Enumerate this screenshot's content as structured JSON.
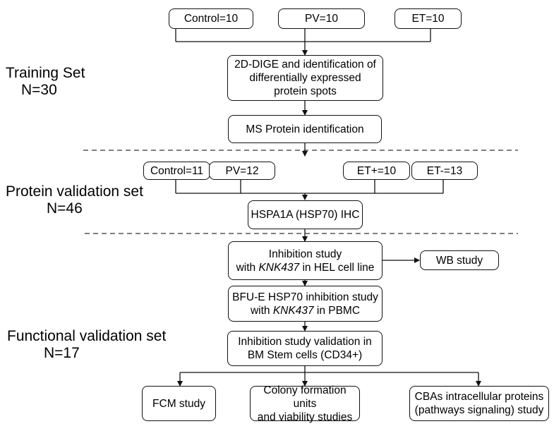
{
  "sections": {
    "training": {
      "title": "Training Set",
      "n": "N=30"
    },
    "protein": {
      "title": "Protein validation set",
      "n": "N=46"
    },
    "functional": {
      "title": "Functional validation set",
      "n": "N=17"
    }
  },
  "boxes": {
    "control10": "Control=10",
    "pv10": "PV=10",
    "et10": "ET=10",
    "dige_l1": "2D-DIGE and identification of",
    "dige_l2": "differentially expressed",
    "dige_l3": "protein spots",
    "ms": "MS Protein identification",
    "control11": "Control=11",
    "pv12": "PV=12",
    "etplus": "ET+=10",
    "etminus": "ET-=13",
    "ihc": "HSPA1A (HSP70) IHC",
    "inh_l1": "Inhibition study",
    "inh_l2_pre": "with ",
    "inh_l2_drug": "KNK437",
    "inh_l2_post": " in HEL cell line",
    "wb": "WB study",
    "bfu_l1": "BFU-E HSP70 inhibition study",
    "bfu_l2_pre": "with ",
    "bfu_l2_drug": "KNK437",
    "bfu_l2_post": " in PBMC",
    "bm_l1": "Inhibition study validation in",
    "bm_l2": "BM Stem cells (CD34+)",
    "fcm": "FCM study",
    "cfu_l1": "Colony formation units",
    "cfu_l2": "and viability studies",
    "cba_l1": "CBAs intracellular proteins",
    "cba_l2": "(pathways signaling) study"
  }
}
